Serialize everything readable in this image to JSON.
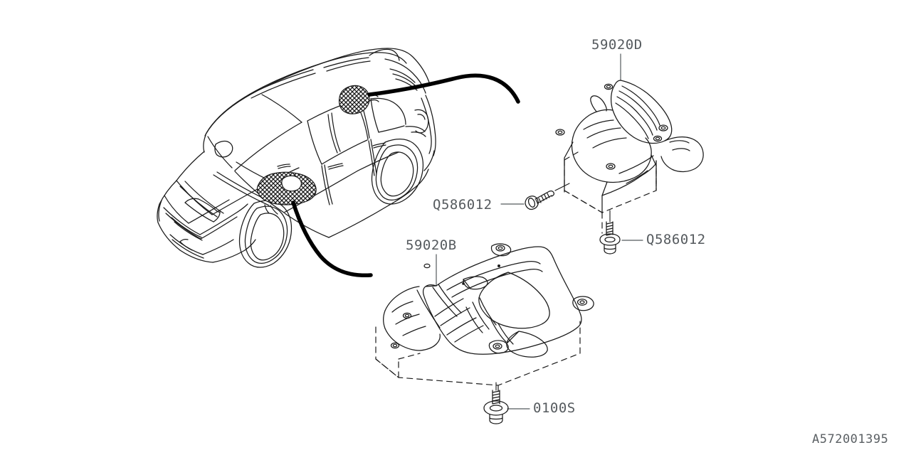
{
  "diagram": {
    "type": "automotive-parts-exploded-view",
    "reference_number": "A572001395",
    "title_group": "Floor Insulator",
    "background_color": "#ffffff",
    "line_color": "#1a1a1a",
    "label_color": "#555a5e"
  },
  "labels": {
    "part_upper_shield": "59020D",
    "part_lower_shield": "59020B",
    "bolt_diagonal": "Q586012",
    "bolt_upper_vertical": "Q586012",
    "bolt_lower_vertical": "0100S",
    "diagram_id": "A572001395"
  },
  "parts": [
    {
      "callout": "59020D",
      "name": "upper-floor-insulator",
      "description": "Ribbed heat shield panel, upper assembly"
    },
    {
      "callout": "59020B",
      "name": "lower-floor-insulator",
      "description": "Large contoured floor insulator panel"
    },
    {
      "callout": "Q586012",
      "name": "flange-bolt-diagonal",
      "description": "Threaded flange bolt shown at angle"
    },
    {
      "callout": "Q586012",
      "name": "flange-bolt-vertical",
      "description": "Threaded flange bolt shown vertically"
    },
    {
      "callout": "0100S",
      "name": "flange-bolt-lower",
      "description": "Threaded flange bolt with washer"
    }
  ],
  "vehicle": {
    "name": "suv-three-quarter-front-left-view",
    "highlight_regions": [
      {
        "name": "front-insulator-location",
        "hatch": "crosshatch"
      },
      {
        "name": "rear-insulator-location",
        "hatch": "crosshatch"
      }
    ]
  }
}
